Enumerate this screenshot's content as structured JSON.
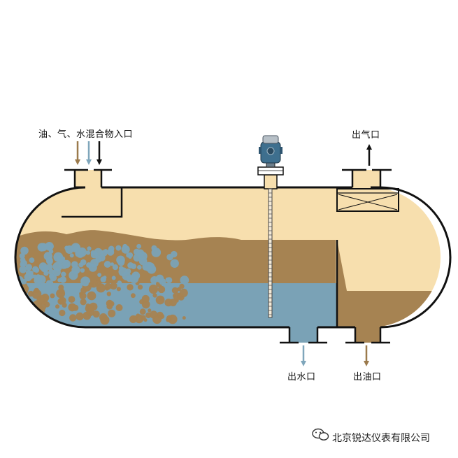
{
  "labels": {
    "inlet": "油、气、水混合物入口",
    "gas_outlet": "出气口",
    "water_outlet": "出水口",
    "oil_outlet": "出油口"
  },
  "watermark": {
    "text": "北京锐达仪表有限公司",
    "icon": "wechat-icon"
  },
  "colors": {
    "gas_space": "#f7dfae",
    "oil_layer": "#a68352",
    "water_layer": "#7aa2b6",
    "tank_outline": "#111111",
    "oil_arrow": "#9b7a4c",
    "water_arrow": "#7fa6bb",
    "gas_arrow": "#111111",
    "radar_head": "#3e6f8e"
  },
  "arrows": {
    "inlet": [
      "oil",
      "water",
      "gas"
    ],
    "gas_outlet": "up",
    "water_outlet": "down",
    "oil_outlet": "down"
  }
}
